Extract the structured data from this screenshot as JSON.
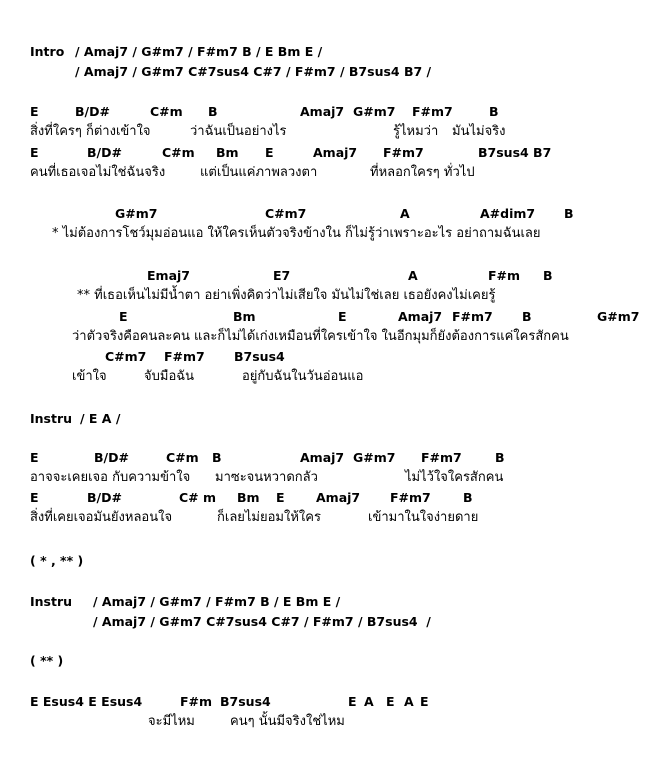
{
  "sheet": {
    "intro_1": [
      "Intro",
      "/ Amaj7 / G#m7 / F#m7 B / E Bm E /"
    ],
    "intro_2": [
      "/ Amaj7 / G#m7 C#7sus4 C#7 / F#m7 / B7sus4 B7 /"
    ],
    "v1_c1": [
      "E",
      "B/D#",
      "C#m",
      "B",
      "Amaj7",
      "G#m7",
      "F#m7",
      "B"
    ],
    "v1_l1": [
      "สิ่งที่ใครๆ ก็ต่างเข้าใจ",
      "ว่าฉันเป็นอย่างไร",
      "รู้ไหมว่า",
      "มันไม่จริง"
    ],
    "v1_c2": [
      "E",
      "B/D#",
      "C#m",
      "Bm",
      "E",
      "Amaj7",
      "F#m7",
      "B7sus4 B7"
    ],
    "v1_l2": [
      "คนที่เธอเจอไม่ใช่ฉันจริง",
      "แต่เป็นแค่ภาพลวงตา",
      "ที่หลอกใครๆ ทั่วไป"
    ],
    "pre_c": [
      "G#m7",
      "C#m7",
      "A",
      "A#dim7",
      "B"
    ],
    "pre_l": [
      "* ไม่ต้องการโชว์มุมอ่อนแอ ให้ใครเห็นตัวจริงข้างใน ก็ไม่รู้ว่าเพราะอะไร อย่าถามฉันเลย"
    ],
    "ch_c1": [
      "Emaj7",
      "E7",
      "A",
      "F#m",
      "B"
    ],
    "ch_l1": [
      "** ที่เธอเห็นไม่มีน้ำตา อย่าเพิ่งคิดว่าไม่เสียใจ มันไม่ใช่เลย เธอยังคงไม่เคยรู้"
    ],
    "ch_c2": [
      "E",
      "Bm",
      "E",
      "Amaj7",
      "F#m7",
      "B",
      "G#m7"
    ],
    "ch_l2": [
      "ว่าตัวจริงคือคนละคน และก็ไม่ได้เก่งเหมือนที่ใครเข้าใจ ในอีกมุมก็ยังต้องการแค่ใครสักคน"
    ],
    "ch_c3": [
      "C#m7",
      "F#m7",
      "B7sus4"
    ],
    "ch_l3": [
      "เข้าใจ",
      "จับมือฉัน",
      "อยู่กับฉันในวันอ่อนแอ"
    ],
    "instru_1": [
      "Instru",
      "/ E A /"
    ],
    "v2_c1": [
      "E",
      "B/D#",
      "C#m",
      "B",
      "Amaj7",
      "G#m7",
      "F#m7",
      "B"
    ],
    "v2_l1": [
      "อาจจะเคยเจอ กับความข้าใจ",
      "มาซะจนหวาดกลัว",
      "ไม่ไว้ใจใครสักคน"
    ],
    "v2_c2": [
      "E",
      "B/D#",
      "C# m",
      "Bm",
      "E",
      "Amaj7",
      "F#m7",
      "B"
    ],
    "v2_l2": [
      "สิ่งที่เคยเจอมันยังหลอนใจ",
      "ก็เลยไม่ยอมให้ใคร",
      "เข้ามาในใจง่ายดาย"
    ],
    "repeat_1": [
      "( * , ** )"
    ],
    "instru_2a": [
      "Instru",
      "/ Amaj7 / G#m7 / F#m7 B / E Bm E /"
    ],
    "instru_2b": [
      "/ Amaj7 / G#m7 C#7sus4 C#7 / F#m7 / B7sus4  /"
    ],
    "repeat_2": [
      "( ** )"
    ],
    "out_c": [
      "E Esus4 E Esus4",
      "F#m",
      "B7sus4",
      "E",
      "A",
      "E",
      "A",
      "E"
    ],
    "out_l": [
      "จะมีไหม",
      "คนๆ นั้นมีจริงใช่ไหม"
    ]
  }
}
